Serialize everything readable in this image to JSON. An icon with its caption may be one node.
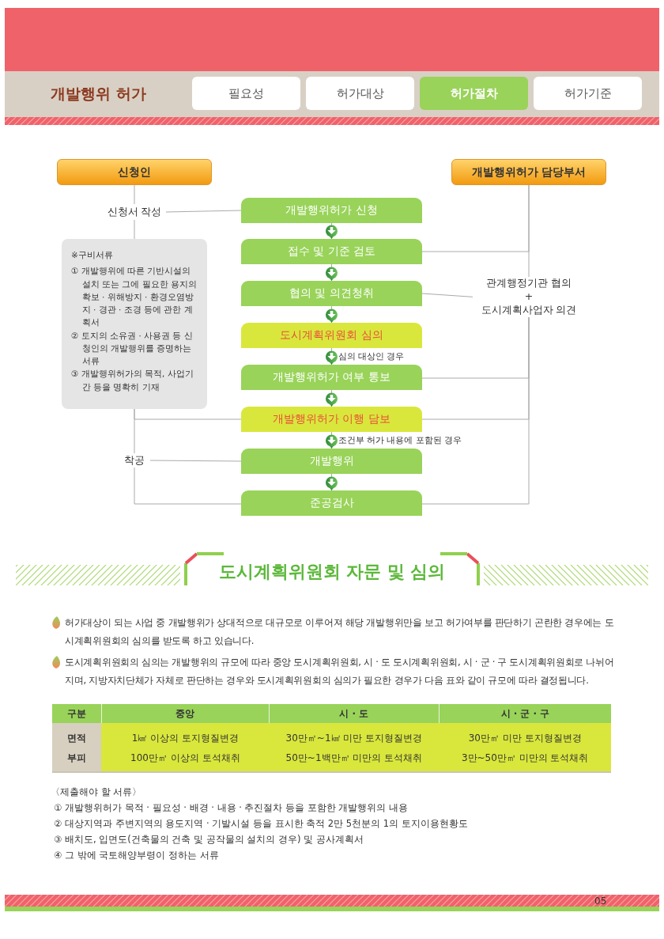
{
  "diagram": {
    "title": "개발행위 허가",
    "nodes": [
      {
        "text": [
          "필요성"
        ]
      },
      {
        "text": [
          "허가대상"
        ]
      },
      {
        "text": [
          "허가절차"
        ]
      },
      {
        "text": [
          "허가기준"
        ]
      },
      {
        "text": [
          "신청인"
        ]
      },
      {
        "text": [
          "개발행위허가 담당부서"
        ]
      },
      {
        "text": [
          "신청서 작성"
        ]
      },
      {
        "text": [
          "※구비서류",
          "① 개발행위에 따른 기반시설의 설치 또는 그에 필요한 용지의 확보 · 위해방지 · 환경오염방지 · 경관 · 조경 등에 관한 계획서",
          "② 토지의 소유권 · 사용권 등 신청인의 개발행위를 증명하는 서류",
          "③ 개발행위허가의 목적, 사업기간 등을 명확히 기재"
        ]
      },
      {
        "text": [
          "개발행위허가 신청"
        ]
      },
      {
        "text": [
          "접수 및 기준 검토"
        ]
      },
      {
        "text": [
          "협의 및 의견청취"
        ]
      },
      {
        "text": [
          "도시계획위원회 심의"
        ]
      },
      {
        "text": [
          "개발행위허가 여부 통보"
        ]
      },
      {
        "text": [
          "개발행위허가 이행 담보"
        ]
      },
      {
        "text": [
          "개발행위"
        ]
      },
      {
        "text": [
          "준공검사"
        ]
      },
      {
        "text": [
          "관계행정기관 협의",
          "+",
          "도시계획사업자 의견"
        ]
      },
      {
        "text": [
          "착공"
        ]
      }
    ],
    "edges": [
      {
        "from": 4,
        "to": 6,
        "arrow": "none"
      },
      {
        "from": 6,
        "to": 7,
        "arrow": "none"
      },
      {
        "from": 6,
        "to": 8,
        "arrow": "none"
      },
      {
        "from": 7,
        "to": 13,
        "arrow": "none"
      },
      {
        "from": 7,
        "to": 17,
        "arrow": "none"
      },
      {
        "from": 17,
        "to": 14,
        "arrow": "none"
      },
      {
        "from": 17,
        "to": 15,
        "arrow": "none"
      },
      {
        "from": 5,
        "to": 9,
        "arrow": "none"
      },
      {
        "from": 5,
        "to": 16,
        "arrow": "none"
      },
      {
        "from": 10,
        "to": 16,
        "arrow": "none"
      },
      {
        "from": 16,
        "to": 12,
        "arrow": "none"
      },
      {
        "from": 16,
        "to": 13,
        "arrow": "none"
      },
      {
        "from": 16,
        "to": 15,
        "arrow": "none"
      },
      {
        "from": 8,
        "to": 9,
        "arrow": "to"
      },
      {
        "from": 9,
        "to": 10,
        "arrow": "to"
      },
      {
        "from": 10,
        "to": 11,
        "arrow": "to"
      },
      {
        "from": 11,
        "to": 12,
        "arrow": "to",
        "label": "심의 대상인 경우"
      },
      {
        "from": 12,
        "to": 13,
        "arrow": "to"
      },
      {
        "from": 13,
        "to": 14,
        "arrow": "to",
        "label": "조건부 허가 내용에 포함된 경우"
      },
      {
        "from": 14,
        "to": 15,
        "arrow": "to"
      }
    ],
    "labels": [
      "도시계획위원회 자문 및 심의",
      "허가대상이 되는 사업 중 개발행위가 상대적으로 대규모로 이루어져 해당 개발행위만을 보고 허가여부를 판단하기 곤란한 경우에는 도시계획위원회의 심의를 받도록 하고 있습니다.",
      "도시계획위원회의 심의는 개발행위의 규모에 따라 중앙 도시계획위원회, 시 · 도 도시계획위원회, 시 · 군 · 구 도시계획위원회로 나뉘어 지며, 지방자치단체가 자체로 판단하는 경우와 도시계획위원회의 심의가 필요한 경우가 다음 표와 같이 규모에 따라 결정됩니다.",
      "구분",
      "중앙",
      "시 · 도",
      "시 · 군 · 구",
      "면적",
      "1㎢ 이상의 토지형질변경",
      "30만㎡~1㎢ 미만 토지형질변경",
      "30만㎡ 미만 토지형질변경",
      "부피",
      "100만㎥ 이상의 토석채취",
      "50만~1백만㎥ 미만의 토석채취",
      "3만~50만㎥ 미만의 토석채취",
      "〈제출해야 할 서류〉",
      "① 개발행위허가 목적 · 필요성 · 배경 · 내용 · 추진절차 등을 포함한 개발행위의 내용",
      "② 대상지역과 주변지역의 용도지역 · 기발시설 등을 표시한 축적 2만 5천분의 1의 토지이용현황도",
      "③ 배치도, 입면도(건축물의 건축 및 공작물의 설치의 경우) 및 공사계획서",
      "④ 그 밖에 국토해양부령이 정하는 서류",
      "05"
    ]
  }
}
